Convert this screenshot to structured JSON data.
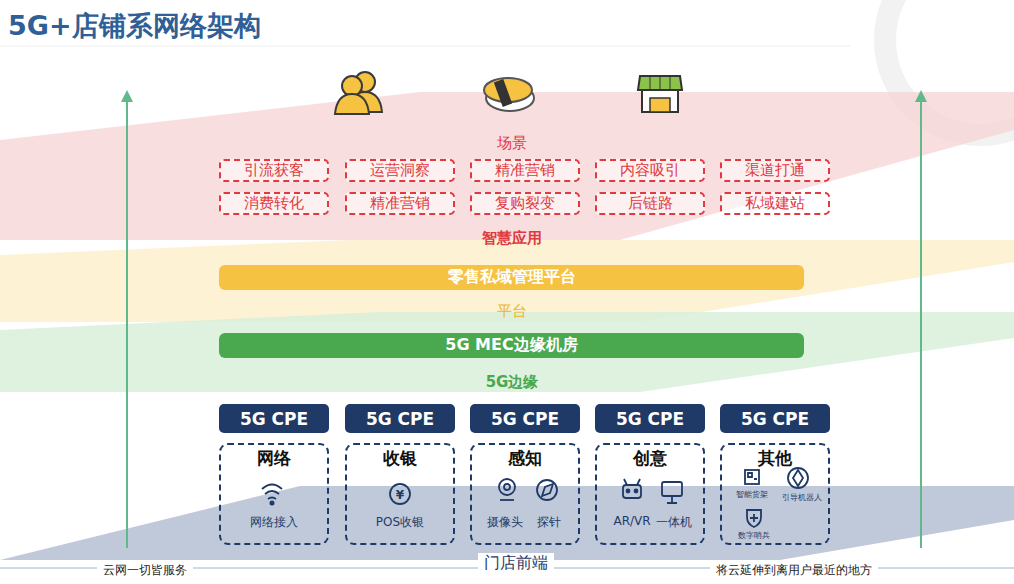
{
  "diagram": {
    "title": "5G+店铺系网络架构",
    "nodes": [
      {
        "text": [
          "引流获客"
        ]
      },
      {
        "text": [
          "运营洞察"
        ]
      },
      {
        "text": [
          "精准营销"
        ]
      },
      {
        "text": [
          "内容吸引"
        ]
      },
      {
        "text": [
          "渠道打通"
        ]
      },
      {
        "text": [
          "消费转化"
        ]
      },
      {
        "text": [
          "精准营销"
        ]
      },
      {
        "text": [
          "复购裂变"
        ]
      },
      {
        "text": [
          "后链路"
        ]
      },
      {
        "text": [
          "私域建站"
        ]
      },
      {
        "text": [
          "零售私域管理平台"
        ]
      },
      {
        "text": [
          "5G MEC边缘机房"
        ]
      },
      {
        "text": [
          "5G CPE"
        ]
      },
      {
        "text": [
          "5G CPE"
        ]
      },
      {
        "text": [
          "5G CPE"
        ]
      },
      {
        "text": [
          "5G CPE"
        ]
      },
      {
        "text": [
          "5G CPE"
        ]
      },
      {
        "text": [
          "网络"
        ]
      },
      {
        "text": [
          "收银"
        ]
      },
      {
        "text": [
          "感知"
        ]
      },
      {
        "text": [
          "创意"
        ]
      },
      {
        "text": [
          "其他"
        ]
      }
    ],
    "labels": [
      "场景",
      "智慧应用",
      "平台",
      "5G边缘",
      "网络接入",
      "POS收银",
      "摄像头",
      "探针",
      "AR/VR",
      "一体机",
      "智能货架",
      "引导机器人",
      "数字哨兵",
      "门店前端",
      "云网一切皆服务",
      "将云延伸到离用户最近的地方"
    ]
  }
}
